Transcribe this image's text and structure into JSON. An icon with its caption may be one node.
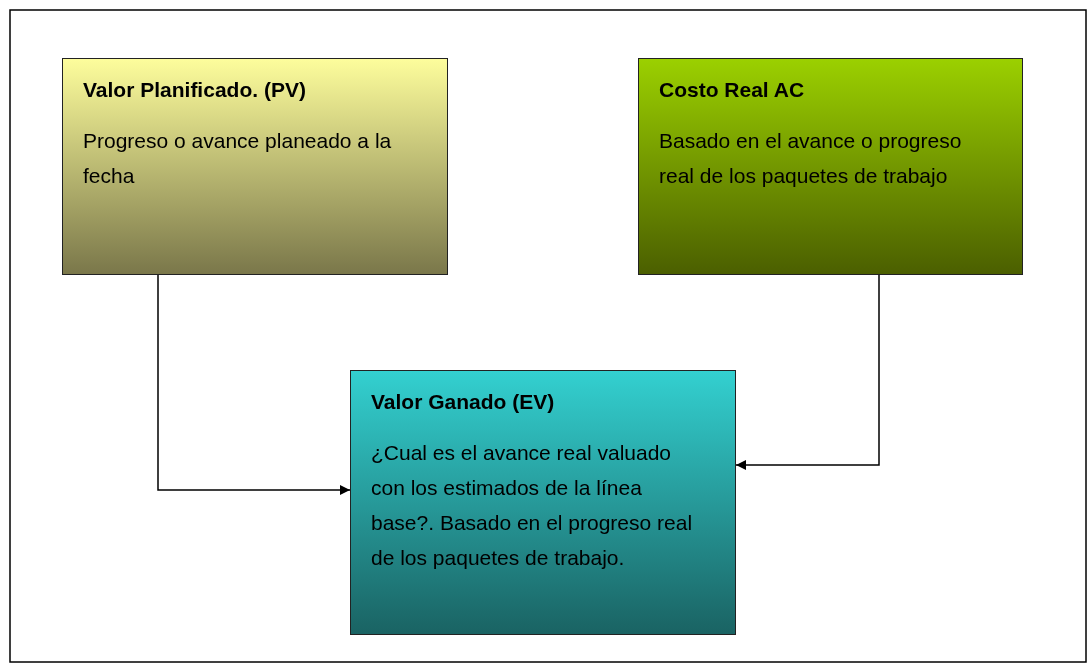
{
  "diagram": {
    "nodes": [
      {
        "text": [
          "Valor Planificado. (PV)",
          "Progreso o avance planeado a la fecha"
        ]
      },
      {
        "text": [
          "Costo Real AC",
          "Basado en el avance o progreso real de los paquetes de trabajo"
        ]
      },
      {
        "text": [
          "Valor Ganado (EV)",
          "¿Cual es el avance real valuado con los estimados de la línea base?. Basado en el progreso real de los paquetes de trabajo."
        ]
      }
    ],
    "edges": [
      {
        "from": 0,
        "to": 2,
        "arrow": "to"
      },
      {
        "from": 1,
        "to": 2,
        "arrow": "to"
      }
    ]
  }
}
